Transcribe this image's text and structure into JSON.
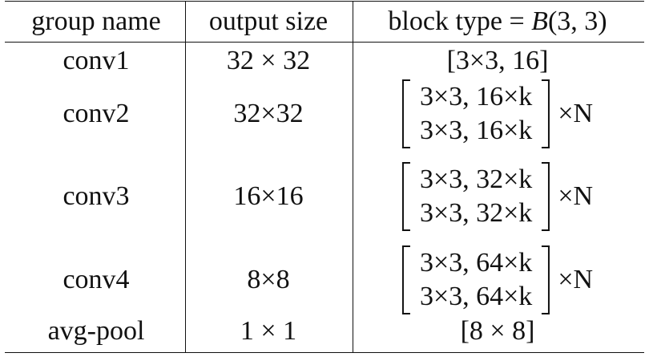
{
  "table": {
    "headers": [
      "group name",
      "output size",
      "block type = B(3, 3)"
    ],
    "header_parts": {
      "block_prefix": "block type = ",
      "block_func": "B",
      "block_args": "(3, 3)"
    },
    "rows": [
      {
        "group": "conv1",
        "output": "32 × 32",
        "block_kind": "single",
        "block": "[3×3, 16]"
      },
      {
        "group": "conv2",
        "output": "32×32",
        "block_kind": "matrix",
        "lines": [
          "3×3, 16×k",
          "3×3, 16×k"
        ],
        "multiplier": "×N"
      },
      {
        "group": "conv3",
        "output": "16×16",
        "block_kind": "matrix",
        "lines": [
          "3×3, 32×k",
          "3×3, 32×k"
        ],
        "multiplier": "×N"
      },
      {
        "group": "conv4",
        "output": "8×8",
        "block_kind": "matrix",
        "lines": [
          "3×3, 64×k",
          "3×3, 64×k"
        ],
        "multiplier": "×N"
      },
      {
        "group": "avg-pool",
        "output": "1 × 1",
        "block_kind": "single",
        "block": "[8 × 8]"
      }
    ]
  }
}
